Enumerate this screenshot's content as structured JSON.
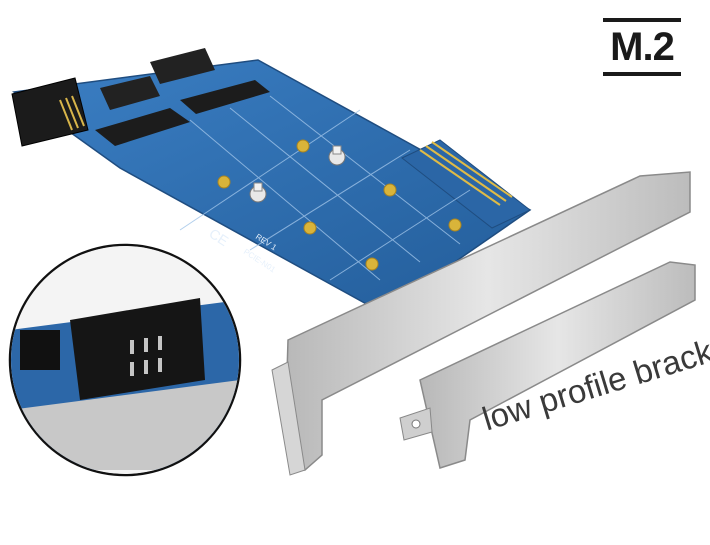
{
  "badge": {
    "label": "M.2"
  },
  "caption": {
    "text": "low profile bracket"
  },
  "pcb": {
    "silkscreen_model": "PCIE-N01",
    "silkscreen_rev": "REV 1",
    "silkscreen_ce": "CE"
  },
  "colors": {
    "pcb": "#2f6fb4",
    "bracket": "#c9c9c9",
    "connector": "#1c1c1c",
    "gold": "#d9b43a"
  },
  "icons": [
    "ide-header-connector",
    "sata-connector",
    "m2-slot",
    "pcie-edge",
    "mounting-screw"
  ]
}
